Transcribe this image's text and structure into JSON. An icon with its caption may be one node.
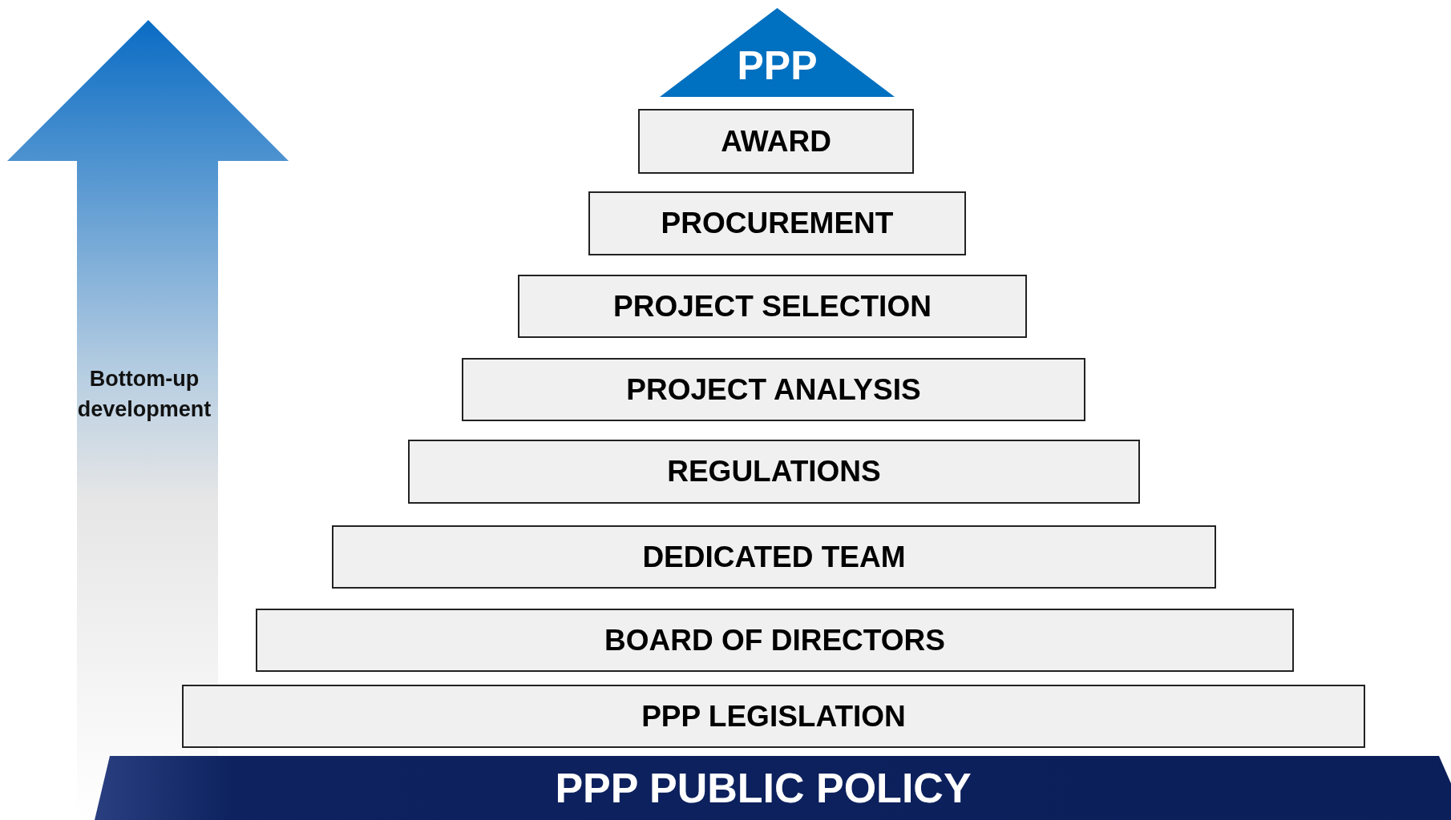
{
  "diagram": {
    "nodes": [
      {
        "text": [
          "PPP"
        ]
      },
      {
        "text": [
          "AWARD"
        ]
      },
      {
        "text": [
          "PROCUREMENT"
        ]
      },
      {
        "text": [
          "PROJECT SELECTION"
        ]
      },
      {
        "text": [
          "PROJECT ANALYSIS"
        ]
      },
      {
        "text": [
          "REGULATIONS"
        ]
      },
      {
        "text": [
          "DEDICATED TEAM"
        ]
      },
      {
        "text": [
          "BOARD OF DIRECTORS"
        ]
      },
      {
        "text": [
          "PPP LEGISLATION"
        ]
      },
      {
        "text": [
          "PPP PUBLIC POLICY"
        ]
      }
    ],
    "labels": [
      "Bottom-up development"
    ]
  }
}
